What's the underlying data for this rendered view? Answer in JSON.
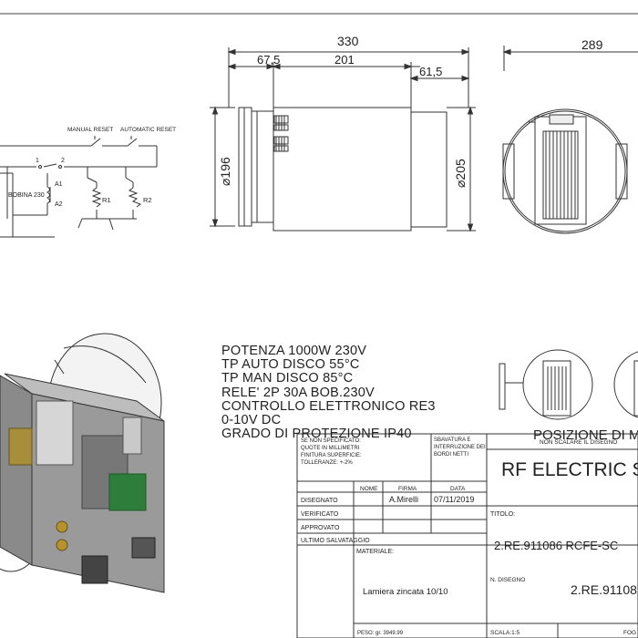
{
  "dimensions": {
    "overall_length": "330",
    "left_offset": "67,5",
    "middle": "201",
    "right_offset": "61,5",
    "inner_diameter": "⌀196",
    "outer_diameter": "⌀205",
    "end_view_width": "289"
  },
  "schematic": {
    "manual_reset": "MANUAL RESET",
    "automatic_reset": "AUTOMATIC RESET",
    "coil": "BOBINA 230",
    "a1": "A1",
    "a2": "A2",
    "r1": "R1",
    "r2": "R2",
    "contact_1": "1",
    "contact_2": "2"
  },
  "specs": [
    "POTENZA 1000W 230V",
    "TP AUTO DISCO 55°C",
    "TP MAN DISCO 85°C",
    "RELE' 2P 30A BOB.230V",
    "CONTROLLO ELETTRONICO RE3",
    "0-10V DC",
    "GRADO DI PROTEZIONE IP40"
  ],
  "positions_label": "POSIZIONE DI M",
  "title_block": {
    "general_notes": [
      "SE NON SPECIFICATO:",
      "QUOTE IN MILLIMETRI",
      "FINITURA SUPERFICIE:",
      "TOLLERANZE: +-2%"
    ],
    "deburr_notes": [
      "SBAVATURA E",
      "INTERRUZIONE DEI",
      "BORDI NETTI"
    ],
    "no_scale": "NON SCALARE IL DISEGNO",
    "product_title": "RF ELECTRIC S",
    "col_nome": "NOME",
    "col_firma": "FIRMA",
    "col_data": "DATA",
    "row_disegnato": "DISEGNATO",
    "row_verificato": "VERIFICATO",
    "row_approvato": "APPROVATO",
    "row_ultimo": "ULTIMO SALVATAGGIO",
    "designer": "A.Mirelli",
    "date": "07/11/2019",
    "titolo_label": "TITOLO:",
    "titolo_value": "2.RE.911086 RCFE-SC",
    "materiale_label": "MATERIALE:",
    "materiale_value": "Lamiera zincata 10/10",
    "n_disegno_label": "N. DISEGNO",
    "n_disegno_value": "2.RE.91108",
    "peso": "PESO: gr.  3949.99",
    "scala": "SCALA:1:5",
    "foglio": "FOG"
  }
}
